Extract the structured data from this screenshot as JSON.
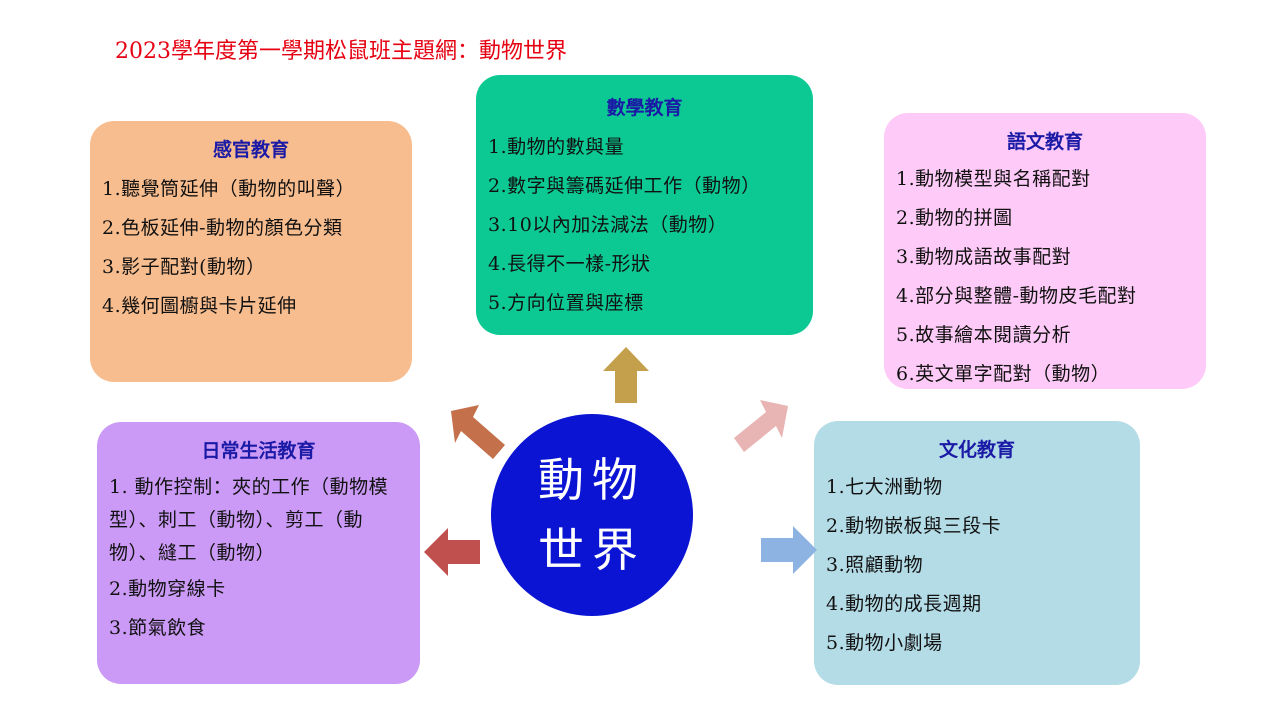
{
  "title": "2023學年度第一學期松鼠班主題網：動物世界",
  "center": {
    "line1": "動物",
    "line2": "世界"
  },
  "colors": {
    "title": "#e60012",
    "heading": "#1a1aa6",
    "sensory_bg": "#f8bd8e",
    "math_bg": "#0cc993",
    "language_bg": "#fecaf7",
    "daily_bg": "#cb9af6",
    "culture_bg": "#b4dce7",
    "center_bg": "#0a14d2"
  },
  "sensory": {
    "heading": "感官教育",
    "items": [
      "1.聽覺筒延伸（動物的叫聲）",
      "2.色板延伸-動物的顏色分類",
      "3.影子配對(動物）",
      "4.幾何圖櫥與卡片延伸"
    ]
  },
  "math": {
    "heading": "數學教育",
    "items": [
      "1.動物的數與量",
      "2.數字與籌碼延伸工作（動物）",
      "3.10以內加法減法（動物）",
      "4.長得不一樣-形狀",
      "5.方向位置與座標"
    ]
  },
  "language": {
    "heading": "語文教育",
    "items": [
      "1.動物模型與名稱配對",
      "2.動物的拼圖",
      "3.動物成語故事配對",
      "4.部分與整體-動物皮毛配對",
      "5.故事繪本閱讀分析",
      "6.英文單字配對（動物）"
    ]
  },
  "daily": {
    "heading": "日常生活教育",
    "items": [
      "1. 動作控制：夾的工作（動物模型）、刺工（動物）、剪工（動物）、縫工（動物）",
      "2.動物穿線卡",
      "3.節氣飲食"
    ]
  },
  "culture": {
    "heading": "文化教育",
    "items": [
      "1.七大洲動物",
      "2.動物嵌板與三段卡",
      "3.照顧動物",
      "4.動物的成長週期",
      "5.動物小劇場"
    ]
  }
}
